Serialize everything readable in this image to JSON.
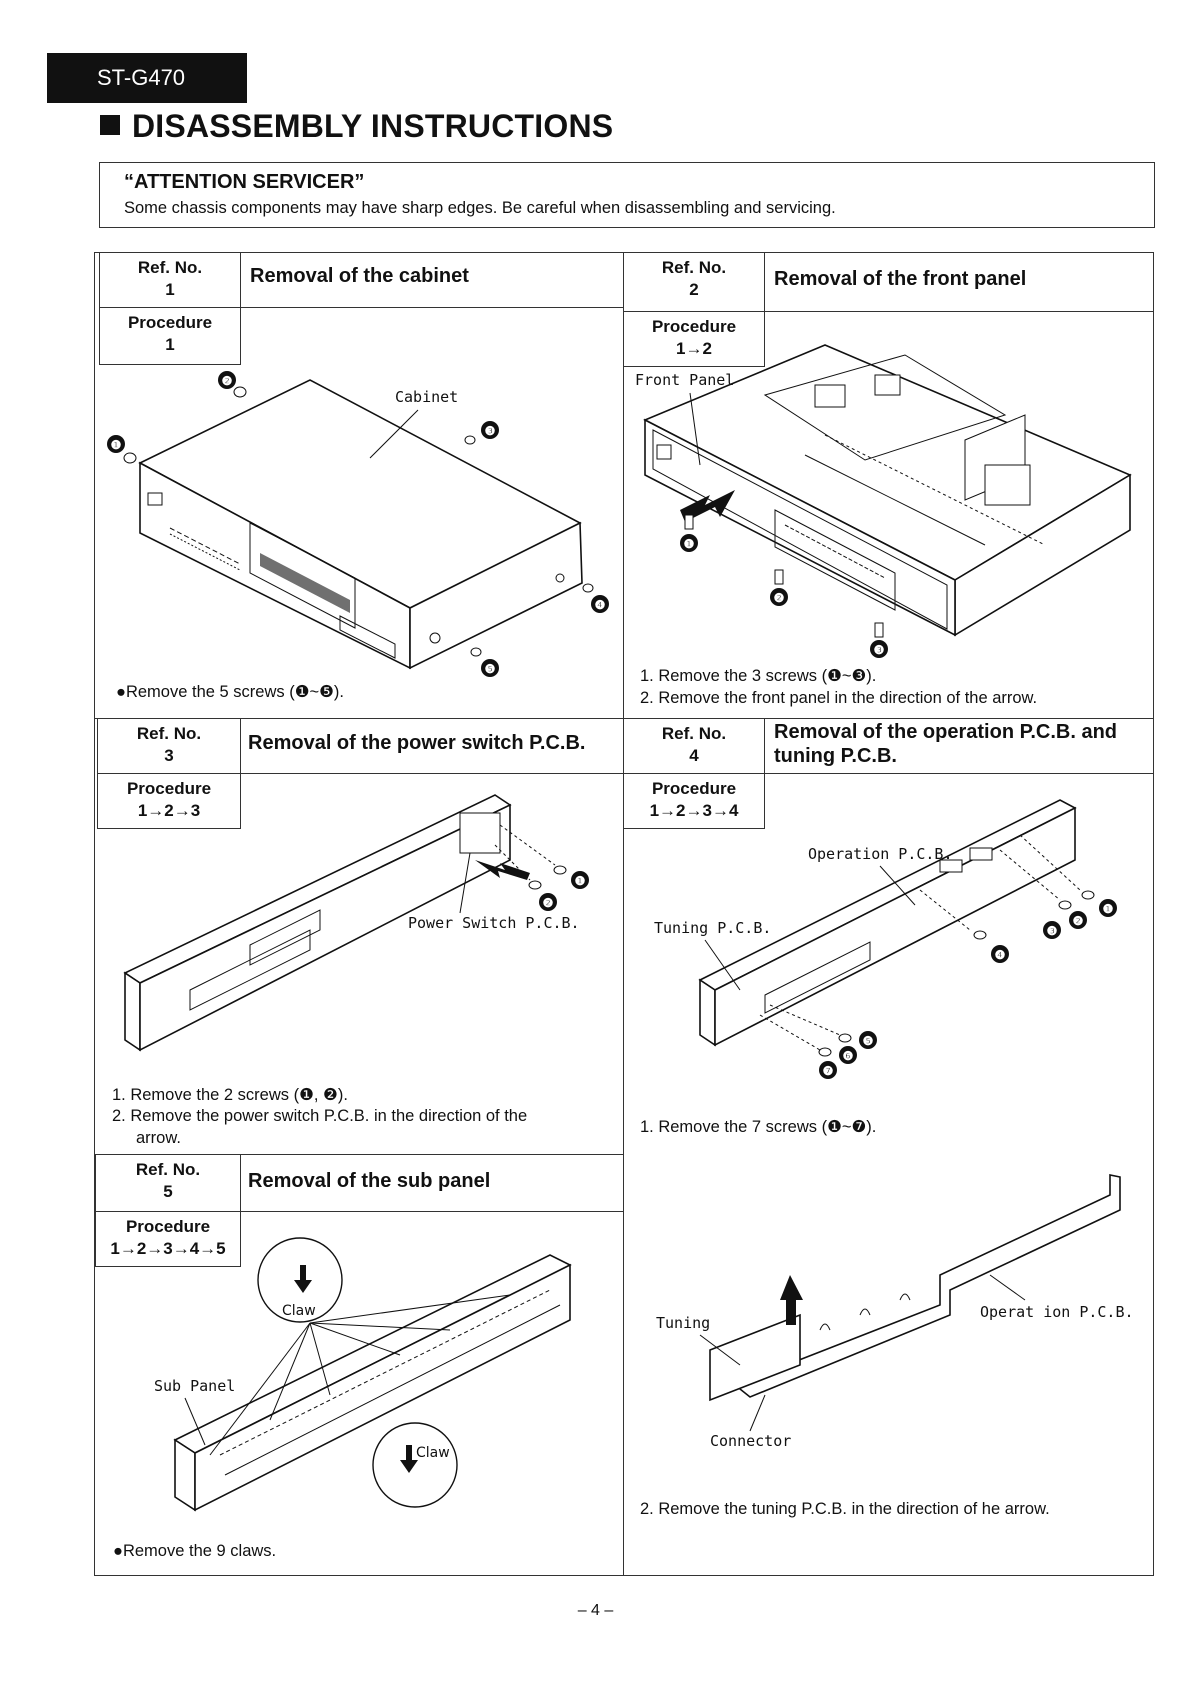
{
  "header": {
    "model": "ST-G470",
    "title": "DISASSEMBLY INSTRUCTIONS"
  },
  "attention": {
    "heading": "“ATTENTION SERVICER”",
    "text": "Some chassis components may have sharp edges. Be careful when disassembling and servicing."
  },
  "labels": {
    "ref_no": "Ref. No.",
    "procedure": "Procedure"
  },
  "sections": [
    {
      "ref": "1",
      "title": "Removal of the cabinet",
      "procedure": "1",
      "diagram_labels": [
        "Cabinet"
      ],
      "steps": [
        "●Remove the 5 screws (❶~❺)."
      ]
    },
    {
      "ref": "2",
      "title": "Removal of the front panel",
      "procedure": "1→2",
      "diagram_labels": [
        "Front Panel"
      ],
      "steps": [
        "1. Remove the 3 screws (❶~❸).",
        "2. Remove the front panel in the direction of the arrow."
      ]
    },
    {
      "ref": "3",
      "title": "Removal of the power switch P.C.B.",
      "procedure": "1→2→3",
      "diagram_labels": [
        "Power Switch P.C.B."
      ],
      "steps": [
        "1. Remove the 2 screws (❶, ❷).",
        "2. Remove the power switch P.C.B. in the direction of the",
        "arrow."
      ]
    },
    {
      "ref": "4",
      "title_line1": "Removal of the operation P.C.B. and",
      "title_line2": "tuning P.C.B.",
      "procedure": "1→2→3→4",
      "diagram_labels": [
        "Operation P.C.B.",
        "Tuning P.C.B."
      ],
      "steps": [
        "1. Remove the 7 screws (❶~❼)."
      ],
      "diagram2_labels": [
        "Tuning",
        "Operat ion P.C.B.",
        "Connector"
      ],
      "steps2": [
        "2. Remove the tuning P.C.B. in the direction of he arrow."
      ]
    },
    {
      "ref": "5",
      "title": "Removal of the sub panel",
      "procedure": "1→2→3→4→5",
      "diagram_labels": [
        "Claw",
        "Sub Panel",
        "Claw"
      ],
      "steps": [
        "●Remove the 9 claws."
      ]
    }
  ],
  "screw_numbers": [
    "❶",
    "❷",
    "❸",
    "❹",
    "❺",
    "❻",
    "❼"
  ],
  "footer": {
    "page": "– 4 –"
  }
}
